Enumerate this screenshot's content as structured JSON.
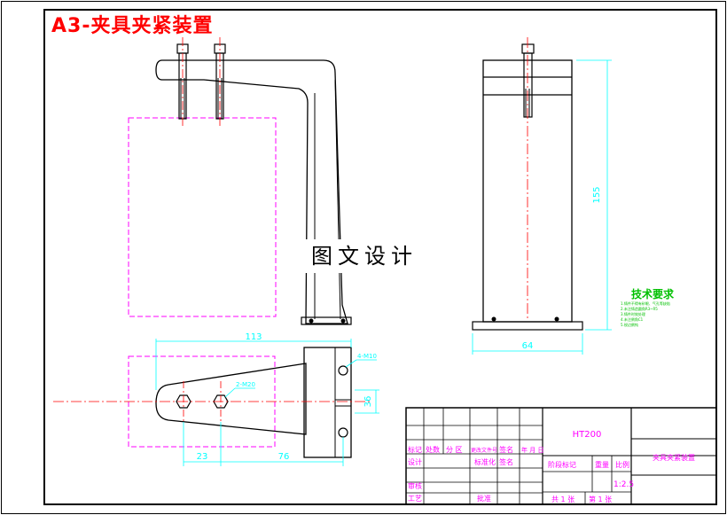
{
  "drawing": {
    "title": "A3-夹具夹紧装置",
    "watermark": "图文设计",
    "dimensions": {
      "width_total": "113",
      "height_side": "155",
      "base_width": "64",
      "hole_pitch": "23",
      "flange_offset": "76",
      "slot_height": "36",
      "hole_callout_top": "4-M10",
      "hole_callout_mid": "2-M20"
    },
    "tech_requirements": {
      "title": "技术要求",
      "lines": [
        "1.铸件不得有砂眼、气孔等缺陷",
        "2.未注铸造圆角R3~R5",
        "3.铸件时效处理",
        "4.未注倒角C1",
        "5.锐边倒钝"
      ]
    },
    "title_block": {
      "material": "HT200",
      "part_name": "夹具夹紧装置",
      "scale": "1:2.5",
      "sheet_total": "共 1 张",
      "sheet_no": "第 1 张",
      "labels": {
        "mark": "标记",
        "count": "处数",
        "zone": "分 区",
        "change_doc": "更改文件号",
        "sign": "签名",
        "date": "年 月 日",
        "design": "设计",
        "standardize": "标准化",
        "stage_mark": "阶段标记",
        "weight": "重量",
        "scale": "比例",
        "review": "审核",
        "process": "工艺",
        "approve": "批准"
      }
    },
    "colors": {
      "outline": "#000000",
      "hidden": "#ff00ff",
      "center": "#ff0000",
      "dimension": "#00ffff",
      "annotation": "#00c000",
      "title": "#ff0000"
    }
  }
}
